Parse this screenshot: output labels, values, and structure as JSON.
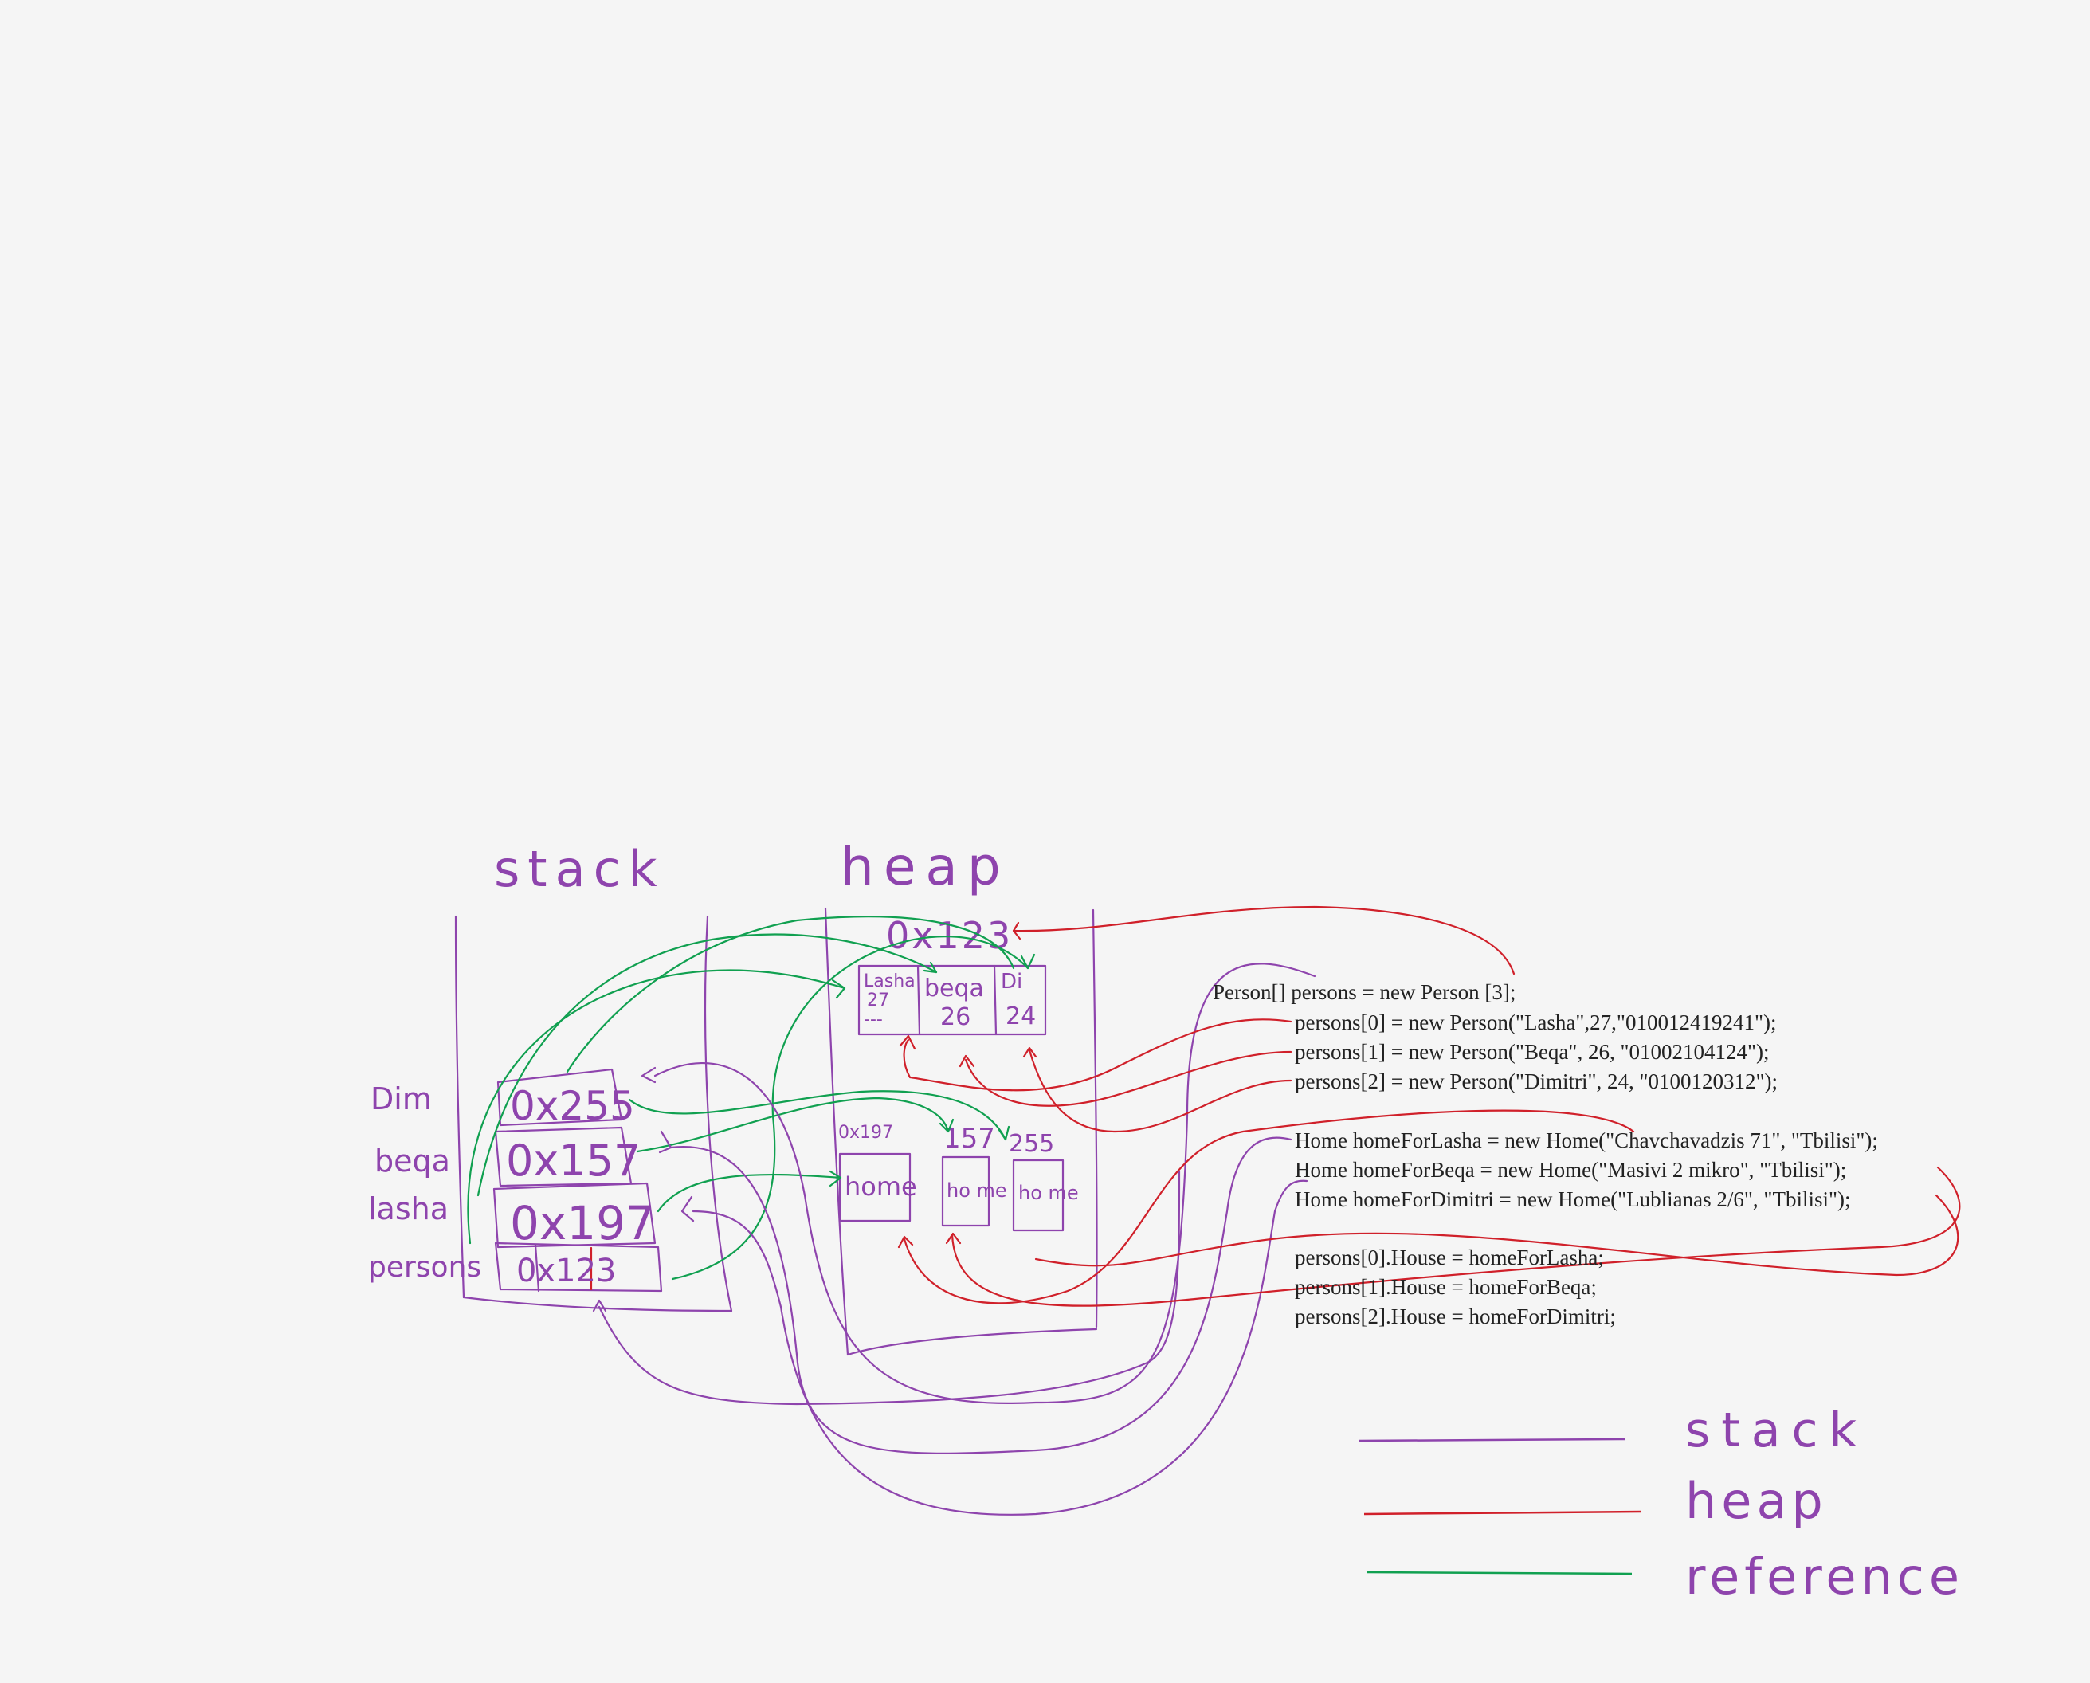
{
  "titles": {
    "stack": "stack",
    "heap": "heap"
  },
  "stack_frame": {
    "labels": [
      "Dim",
      "beqa",
      "lasha",
      "persons"
    ],
    "values": [
      "0x255",
      "0x157",
      "0x197",
      "0x123"
    ]
  },
  "heap_array": {
    "address": "0x123",
    "cells": [
      {
        "name": "Lasha",
        "age": "27",
        "extra": "---"
      },
      {
        "name": "beqa",
        "age": "26",
        "extra": ""
      },
      {
        "name": "Di",
        "age": "24",
        "extra": ""
      }
    ]
  },
  "heap_homes": [
    {
      "address": "0x197",
      "label": "home"
    },
    {
      "address": "157",
      "label": "ho me"
    },
    {
      "address": "255",
      "label": "ho me"
    }
  ],
  "code": [
    "Person[] persons = new Person [3];",
    "persons[0] = new Person(\"Lasha\",27,\"010012419241\");",
    "persons[1] = new Person(\"Beqa\", 26, \"01002104124\");",
    "persons[2] = new Person(\"Dimitri\", 24, \"0100120312\");",
    "Home homeForLasha = new Home(\"Chavchavadzis 71\", \"Tbilisi\");",
    "Home homeForBeqa = new Home(\"Masivi 2 mikro\", \"Tbilisi\");",
    "Home homeForDimitri = new Home(\"Lublianas 2/6\", \"Tbilisi\");",
    "persons[0].House = homeForLasha;",
    "persons[1].House = homeForBeqa;",
    "persons[2].House = homeForDimitri;"
  ],
  "legend": [
    {
      "label": "stack",
      "color": "#8e44ad"
    },
    {
      "label": "heap",
      "color": "#d0202a"
    },
    {
      "label": "reference",
      "color": "#10a050"
    }
  ],
  "colors": {
    "stack": "#8e44ad",
    "heap": "#d0202a",
    "reference": "#10a050",
    "background": "#f5f5f5"
  }
}
